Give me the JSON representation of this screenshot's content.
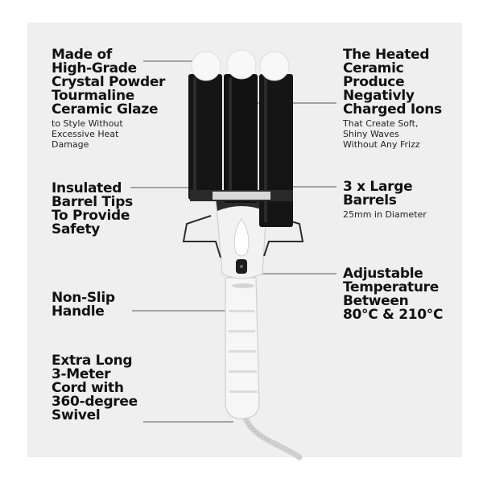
{
  "callouts": {
    "glaze": {
      "title_lines": [
        "Made of",
        "High-Grade",
        "Crystal Powder",
        "Tourmaline",
        "Ceramic Glaze"
      ],
      "desc_lines": [
        "to Style Without",
        "Excessive Heat",
        "Damage"
      ]
    },
    "tips": {
      "title_lines": [
        "Insulated",
        "Barrel Tips",
        "To Provide",
        "Safety"
      ]
    },
    "handle": {
      "title_lines": [
        "Non-Slip",
        "Handle"
      ]
    },
    "cord": {
      "title_lines": [
        "Extra Long",
        "3-Meter",
        "Cord with",
        "360-degree",
        "Swivel"
      ]
    },
    "ions": {
      "title_lines": [
        "The Heated",
        "Ceramic",
        "Produce",
        "Negativly",
        "Charged Ions"
      ],
      "desc_lines": [
        "That Create Soft,",
        "Shiny Waves",
        "Without Any Frizz"
      ]
    },
    "barrels": {
      "title_lines": [
        "3 x Large",
        "Barrels"
      ],
      "desc_lines": [
        "25mm in Diameter"
      ]
    },
    "temp": {
      "title_lines": [
        "Adjustable",
        "Temperature",
        "Between",
        "80°C & 210°C"
      ]
    }
  },
  "colors": {
    "panel": "#efefef",
    "barrel": "#141414",
    "body": "#f4f4f4",
    "leader": "#888888"
  },
  "icons": [
    "curling-iron-illustration"
  ]
}
